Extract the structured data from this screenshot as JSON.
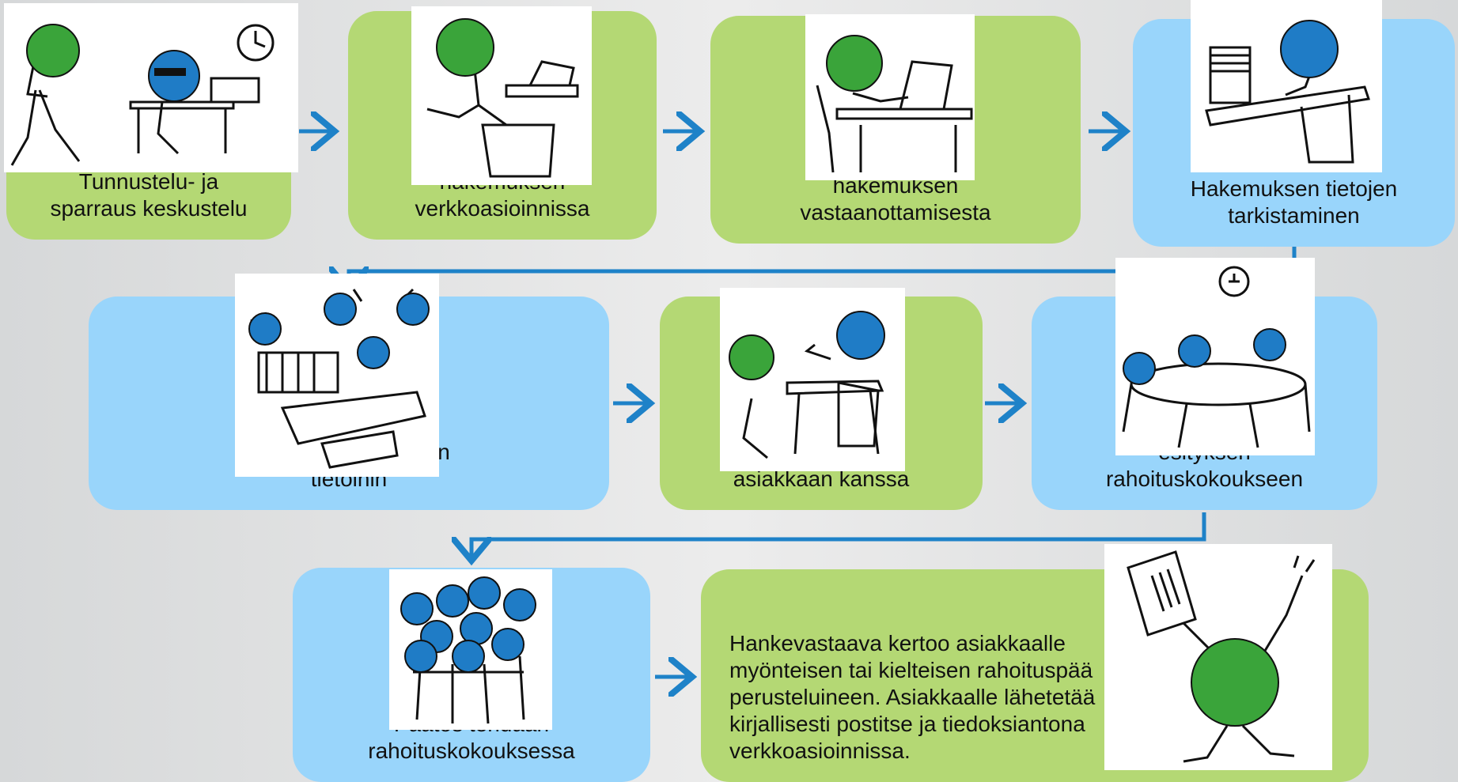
{
  "colors": {
    "green_box": "#b4d874",
    "blue_box": "#99d5fb",
    "arrow": "#1e82c8",
    "head_green": "#3aa43a",
    "head_blue": "#1f7cc6"
  },
  "steps": [
    {
      "text": "Tunnustelu- ja\nsparraus keskustelu",
      "color": "green",
      "illustration": "phone-call-icon"
    },
    {
      "text": "hakemuksen\nverkkoasioinnissa",
      "color": "green",
      "illustration": "laptop-user-icon"
    },
    {
      "text": "Asia        ksen\nhakemuksen\nvastaanottamisesta",
      "color": "green",
      "illustration": "typing-user-icon"
    },
    {
      "text": "Hakemuksen tietojen\ntarkistaminen",
      "color": "blue",
      "illustration": "paperwork-officer-icon"
    },
    {
      "text": "H                        nen.\nTiimi per                         n ja hakijan\ntietoihin",
      "color": "blue",
      "illustration": "busy-team-icon"
    },
    {
      "text": "S                        elu\nasiakkaan kanssa",
      "color": "green",
      "illustration": "negotiation-icon"
    },
    {
      "text": "esityksen\nrahoituskokoukseen",
      "color": "blue",
      "illustration": "meeting-table-icon"
    },
    {
      "text": "Päätös tehdään\nrahoituskokouksessa",
      "color": "blue",
      "illustration": "crowd-icon"
    },
    {
      "text": "Hankevastaava kertoo asiakkaalle\nmyönteisen tai kielteisen rahoituspää\nperusteluineen. Asiakkaalle lähetetää\nkirjallisesti postitse ja tiedoksiantona\nverkkoasioinnissa.",
      "color": "green",
      "illustration": "document-celebration-icon"
    }
  ]
}
